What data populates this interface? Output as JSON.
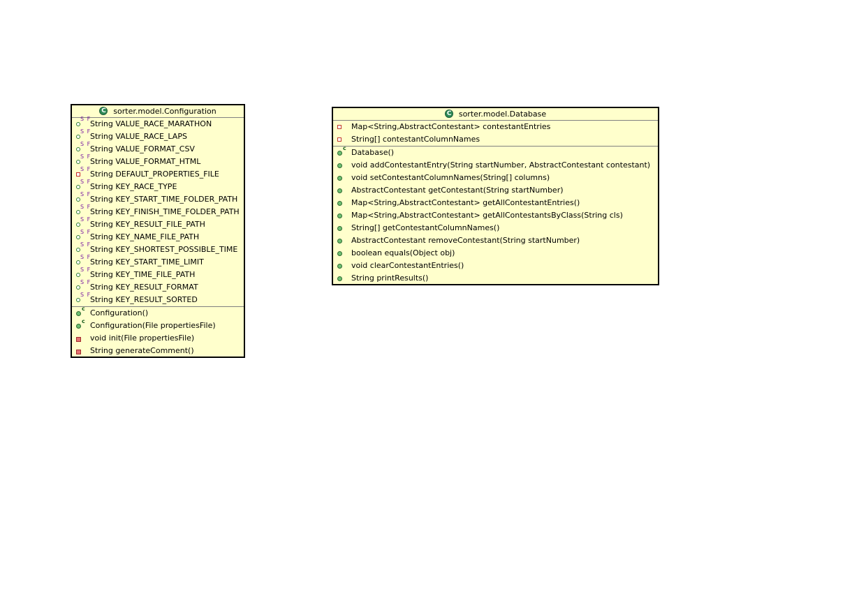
{
  "diagram": {
    "classes": [
      {
        "title": "sorter.model.Configuration",
        "fields": [
          {
            "text": "String VALUE_RACE_MARATHON",
            "visibility": "public",
            "modifiers": "S F"
          },
          {
            "text": "String VALUE_RACE_LAPS",
            "visibility": "public",
            "modifiers": "S F"
          },
          {
            "text": "String VALUE_FORMAT_CSV",
            "visibility": "public",
            "modifiers": "S F"
          },
          {
            "text": "String VALUE_FORMAT_HTML",
            "visibility": "public",
            "modifiers": "S F"
          },
          {
            "text": "String DEFAULT_PROPERTIES_FILE",
            "visibility": "private",
            "modifiers": "S F"
          },
          {
            "text": "String KEY_RACE_TYPE",
            "visibility": "public",
            "modifiers": "S F"
          },
          {
            "text": "String KEY_START_TIME_FOLDER_PATH",
            "visibility": "public",
            "modifiers": "S F"
          },
          {
            "text": "String KEY_FINISH_TIME_FOLDER_PATH",
            "visibility": "public",
            "modifiers": "S F"
          },
          {
            "text": "String KEY_RESULT_FILE_PATH",
            "visibility": "public",
            "modifiers": "S F"
          },
          {
            "text": "String KEY_NAME_FILE_PATH",
            "visibility": "public",
            "modifiers": "S F"
          },
          {
            "text": "String KEY_SHORTEST_POSSIBLE_TIME",
            "visibility": "public",
            "modifiers": "S F"
          },
          {
            "text": "String KEY_START_TIME_LIMIT",
            "visibility": "public",
            "modifiers": "S F"
          },
          {
            "text": "String KEY_TIME_FILE_PATH",
            "visibility": "public",
            "modifiers": "S F"
          },
          {
            "text": "String KEY_RESULT_FORMAT",
            "visibility": "public",
            "modifiers": "S F"
          },
          {
            "text": "String KEY_RESULT_SORTED",
            "visibility": "public",
            "modifiers": "S F"
          }
        ],
        "methods": [
          {
            "text": "Configuration()",
            "visibility": "public",
            "modifiers": "c"
          },
          {
            "text": "Configuration(File propertiesFile)",
            "visibility": "public",
            "modifiers": "c"
          },
          {
            "text": "void init(File propertiesFile)",
            "visibility": "private",
            "modifiers": ""
          },
          {
            "text": "String generateComment()",
            "visibility": "private",
            "modifiers": ""
          }
        ]
      },
      {
        "title": "sorter.model.Database",
        "fields": [
          {
            "text": "Map<String,AbstractContestant> contestantEntries",
            "visibility": "private",
            "modifiers": ""
          },
          {
            "text": "String[] contestantColumnNames",
            "visibility": "private",
            "modifiers": ""
          }
        ],
        "methods": [
          {
            "text": "Database()",
            "visibility": "public",
            "modifiers": "c"
          },
          {
            "text": "void addContestantEntry(String startNumber, AbstractContestant contestant)",
            "visibility": "public",
            "modifiers": ""
          },
          {
            "text": "void setContestantColumnNames(String[] columns)",
            "visibility": "public",
            "modifiers": ""
          },
          {
            "text": "AbstractContestant getContestant(String startNumber)",
            "visibility": "public",
            "modifiers": ""
          },
          {
            "text": "Map<String,AbstractContestant> getAllContestantEntries()",
            "visibility": "public",
            "modifiers": ""
          },
          {
            "text": "Map<String,AbstractContestant> getAllContestantsByClass(String cls)",
            "visibility": "public",
            "modifiers": ""
          },
          {
            "text": "String[] getContestantColumnNames()",
            "visibility": "public",
            "modifiers": ""
          },
          {
            "text": "AbstractContestant removeContestant(String startNumber)",
            "visibility": "public",
            "modifiers": ""
          },
          {
            "text": "boolean equals(Object obj)",
            "visibility": "public",
            "modifiers": ""
          },
          {
            "text": "void clearContestantEntries()",
            "visibility": "public",
            "modifiers": ""
          },
          {
            "text": "String printResults()",
            "visibility": "public",
            "modifiers": ""
          }
        ]
      }
    ]
  }
}
